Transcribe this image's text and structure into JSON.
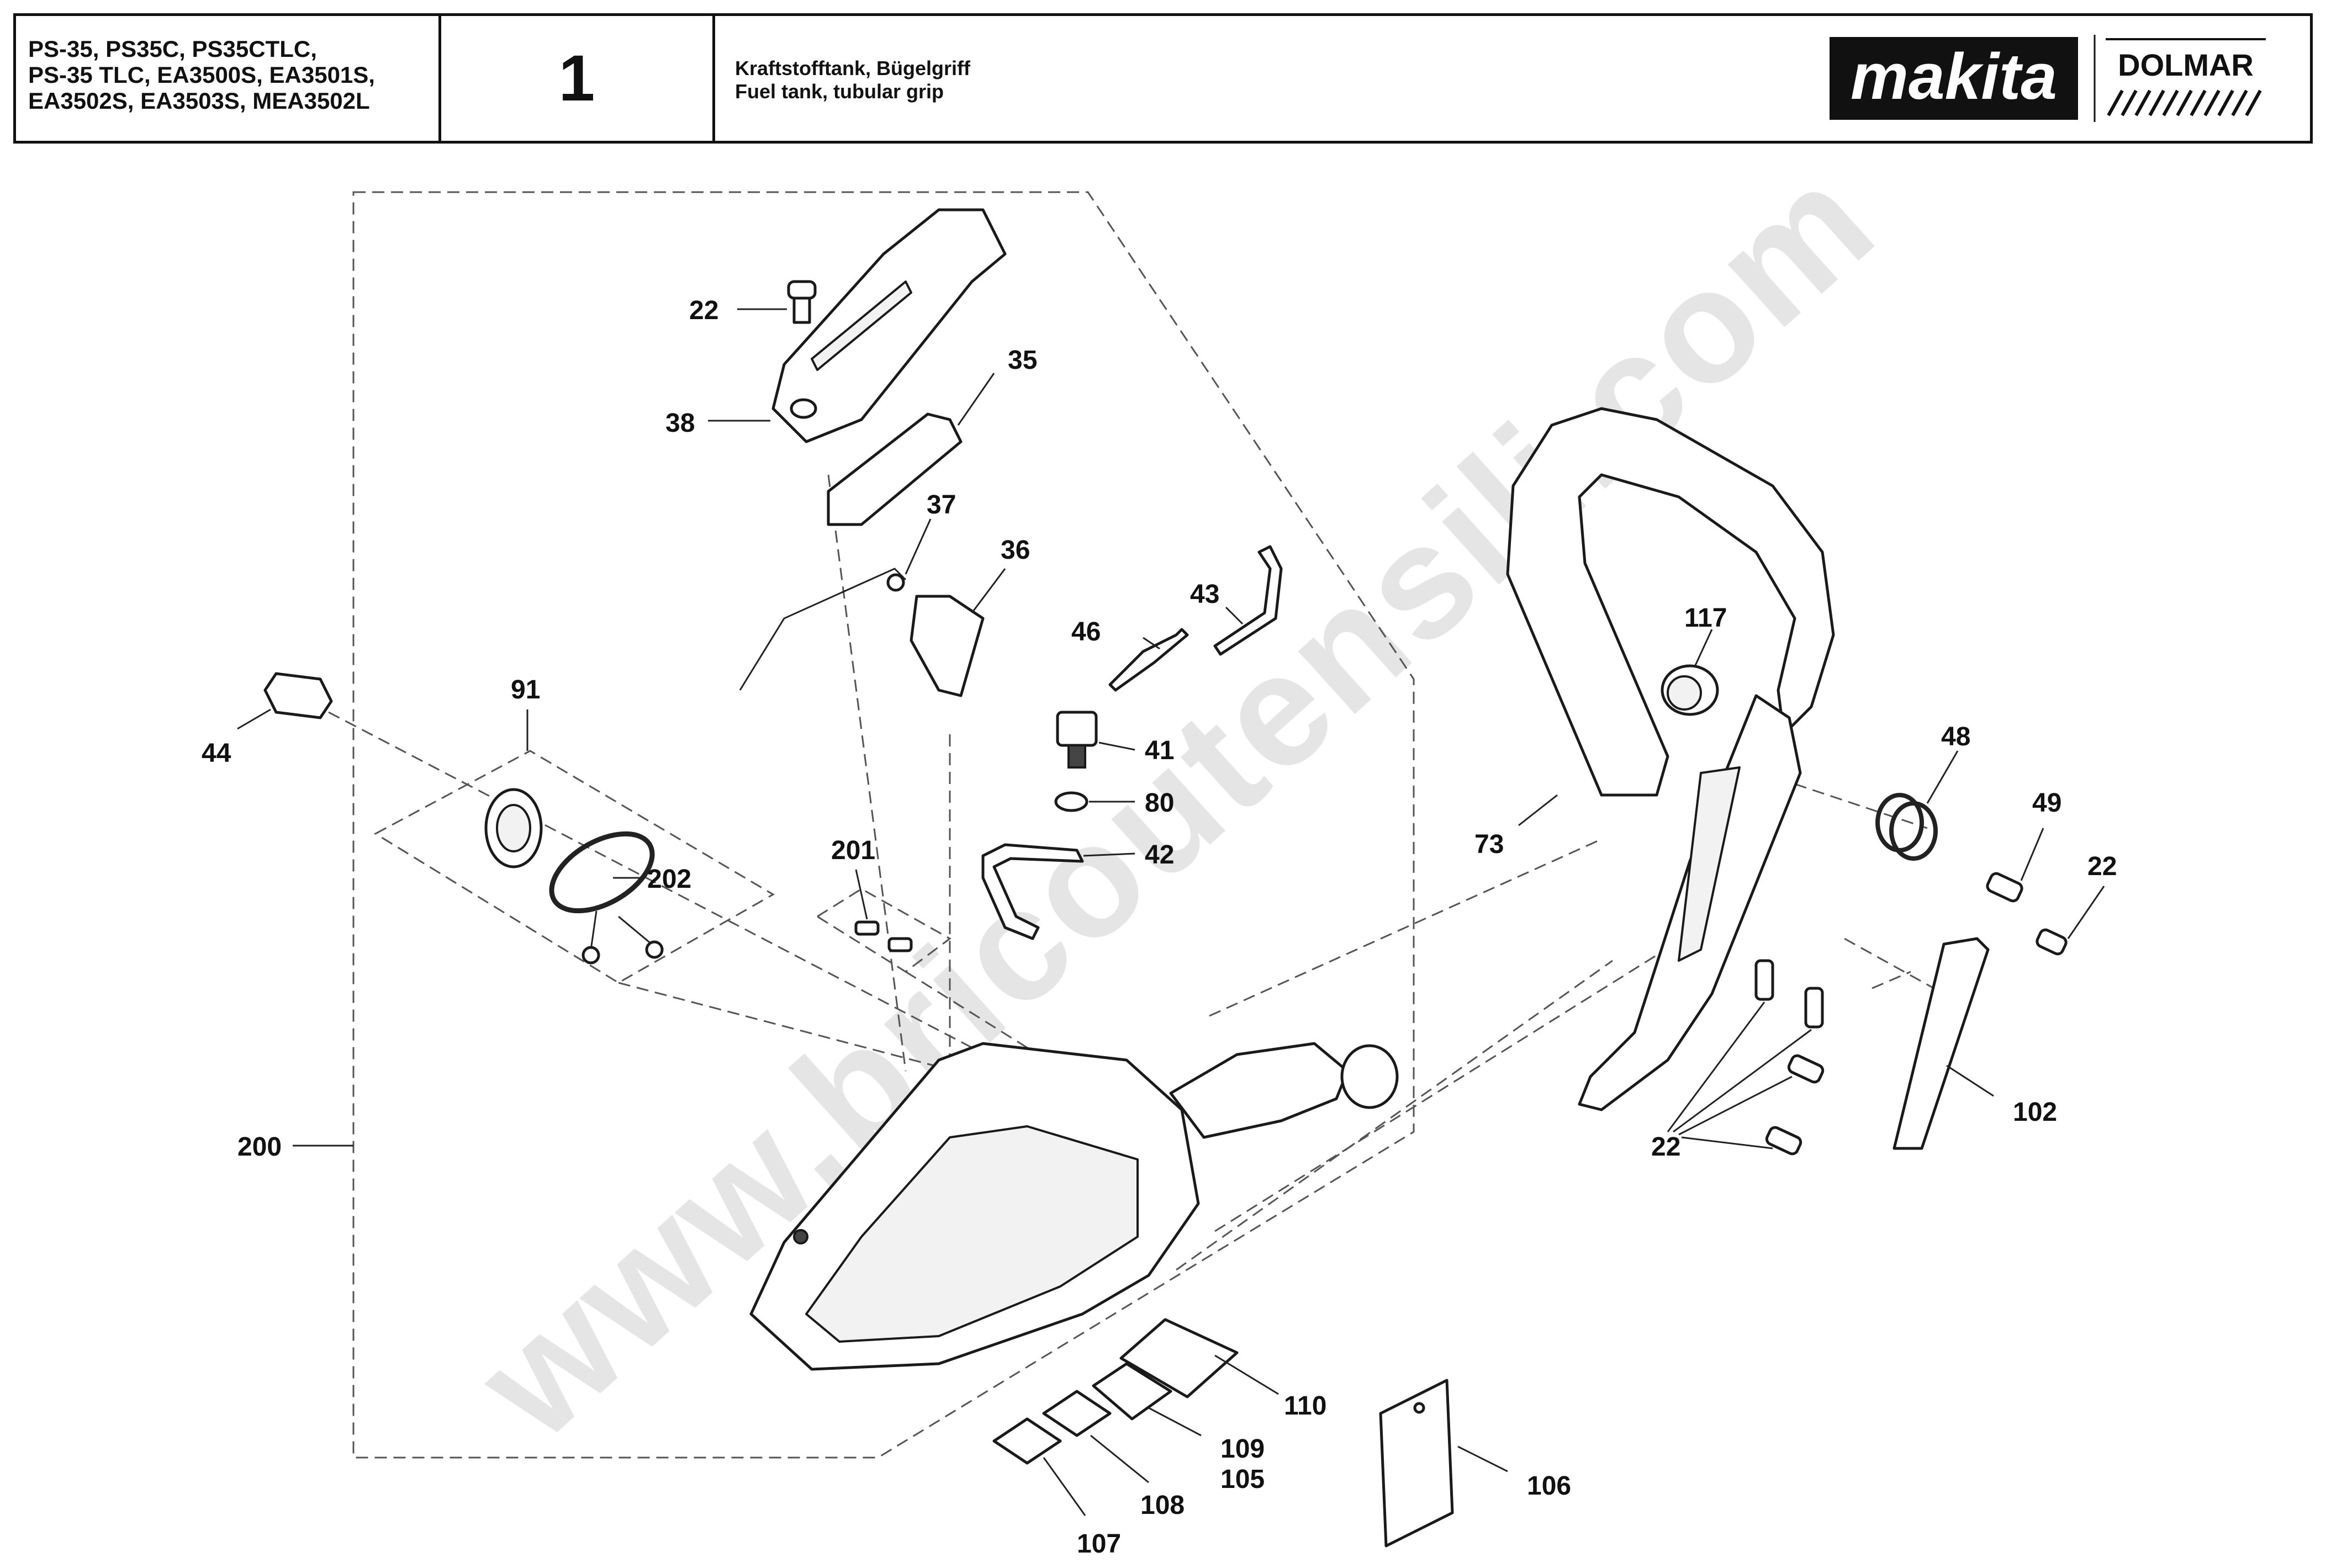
{
  "header": {
    "models": [
      "PS-35, PS35C, PS35CTLC,",
      "PS-35 TLC, EA3500S, EA3501S,",
      "EA3502S, EA3503S, MEA3502L"
    ],
    "page_number": "1",
    "title_de": "Kraftstofftank, Bügelgriff",
    "title_en": "Fuel tank, tubular grip",
    "brand_makita": "makita",
    "brand_dolmar": "DOLMAR"
  },
  "watermark": "www.bricoutensili.com",
  "callouts": {
    "c22a": "22",
    "c38": "38",
    "c35": "35",
    "c37": "37",
    "c36": "36",
    "c46": "46",
    "c43": "43",
    "c41": "41",
    "c80": "80",
    "c42": "42",
    "c44": "44",
    "c91": "91",
    "c202": "202",
    "c201": "201",
    "c200": "200",
    "c117": "117",
    "c73": "73",
    "c48": "48",
    "c49": "49",
    "c22b": "22",
    "c22c": "22",
    "c102": "102",
    "c110": "110",
    "c109": "109",
    "c105": "105",
    "c108": "108",
    "c107": "107",
    "c106": "106"
  }
}
